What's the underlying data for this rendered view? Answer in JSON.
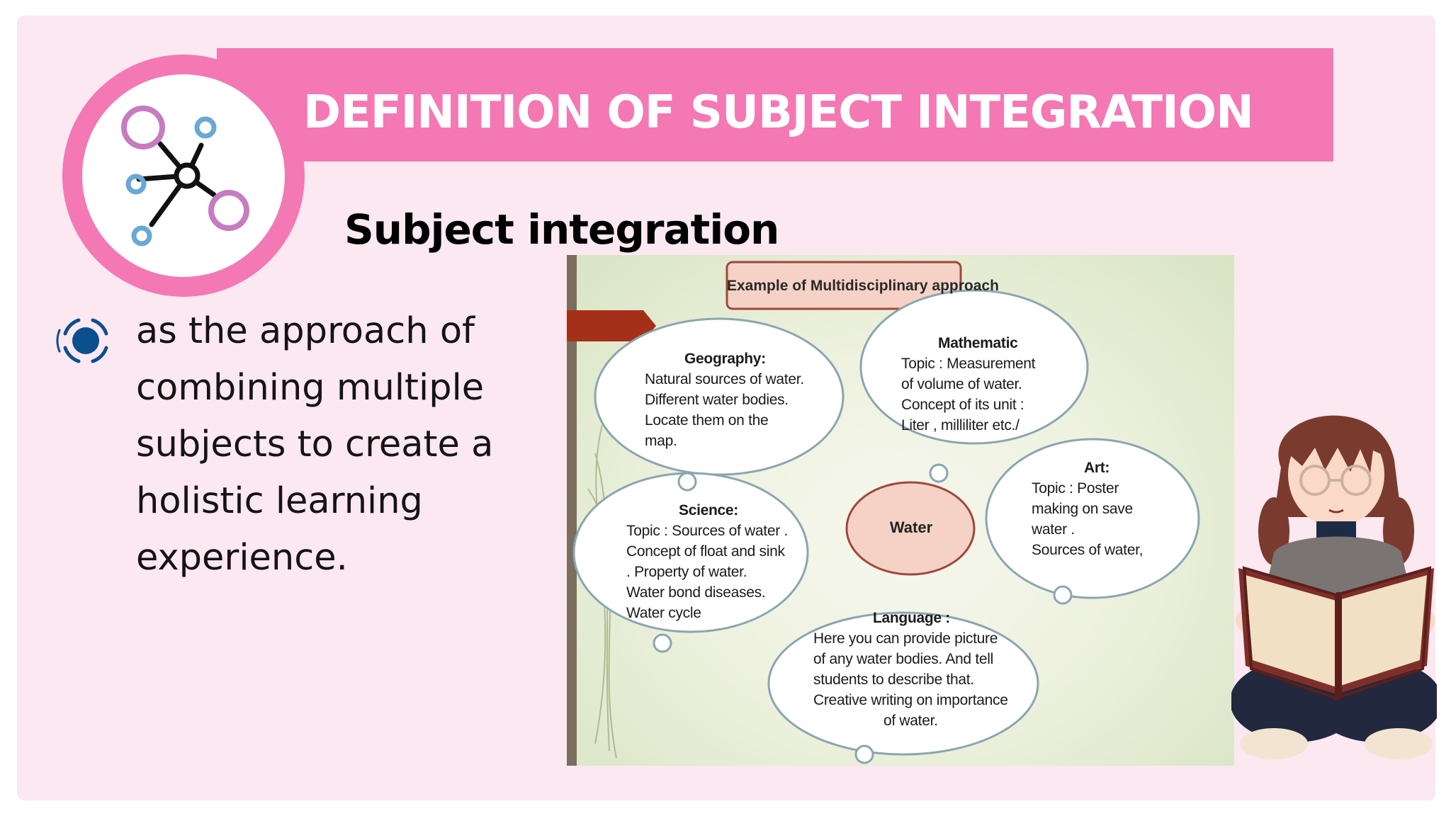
{
  "title": "DEFINITION OF SUBJECT INTEGRATION",
  "subtitle": "Subject integration",
  "bullet": {
    "lines": [
      "as the approach of",
      "combining multiple",
      "subjects to create a",
      "holistic learning",
      "experience."
    ]
  },
  "diagram": {
    "title": "Example of Multidisciplinary approach",
    "center": "Water",
    "geography": {
      "heading": "Geography:",
      "lines": [
        "Natural sources of water.",
        "Different water bodies.",
        "Locate them on the",
        "map."
      ]
    },
    "mathematic": {
      "heading": "Mathematic",
      "lines": [
        "Topic : Measurement",
        "of volume of water.",
        "Concept of its unit :",
        "Liter , milliliter etc./"
      ]
    },
    "science": {
      "heading": "Science:",
      "lines": [
        "Topic : Sources of water .",
        "Concept of float and sink",
        ". Property of water.",
        " Water bond diseases.",
        "Water cycle"
      ]
    },
    "art": {
      "heading": "Art:",
      "lines": [
        "Topic : Poster",
        "making on save",
        "water .",
        "Sources of water,"
      ]
    },
    "language": {
      "heading": "Language :",
      "lines": [
        "Here you can provide picture",
        "of any water bodies. And tell",
        "students to describe that.",
        "Creative writing on importance",
        "of water."
      ]
    }
  },
  "colors": {
    "banner": "#f478b3",
    "slide_background": "#fbe8f1",
    "bullet_icon": "#0b4f8f"
  },
  "icons": [
    "network-nodes-icon",
    "radio-bullet-icon",
    "reading-girl-illustration"
  ]
}
